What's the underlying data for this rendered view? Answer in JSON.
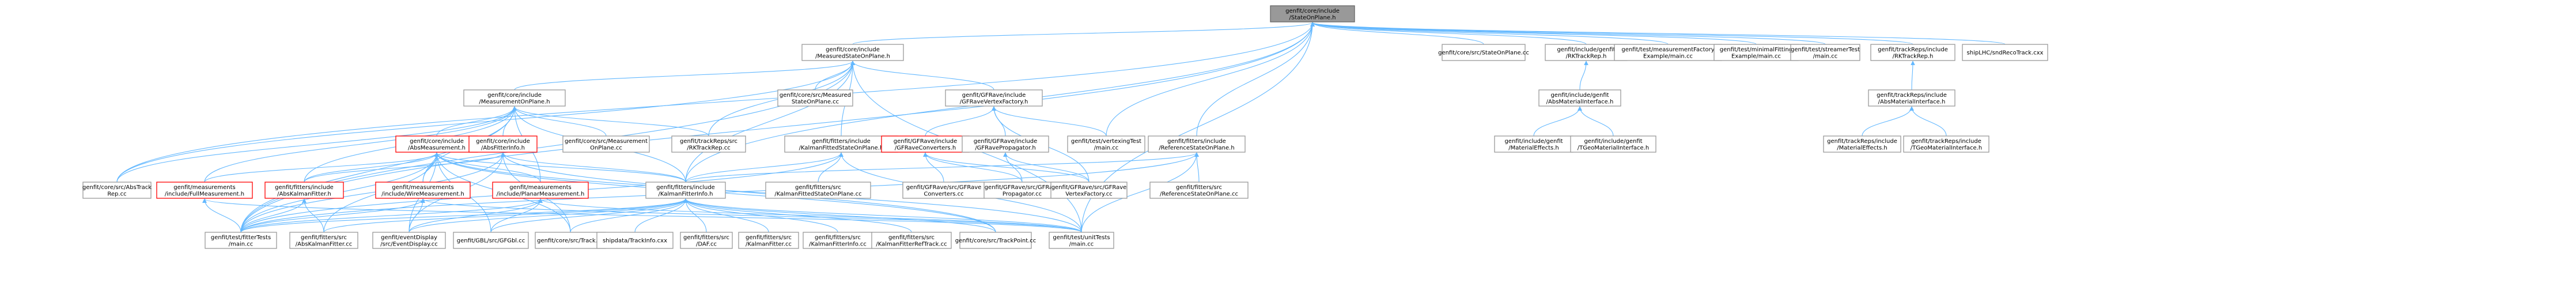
{
  "nodes": [
    {
      "id": "n0",
      "lines": [
        "genfit/core/include",
        "/StateOnPlane.h"
      ],
      "kind": "focus"
    },
    {
      "id": "n1",
      "lines": [
        "genfit/core/include",
        "/MeasuredStateOnPlane.h"
      ]
    },
    {
      "id": "n2",
      "lines": [
        "genfit/core/src/StateOnPlane.cc"
      ]
    },
    {
      "id": "n3",
      "lines": [
        "genfit/include/genfit",
        "/RKTrackRep.h"
      ]
    },
    {
      "id": "n4",
      "lines": [
        "genfit/test/measurementFactory",
        "Example/main.cc"
      ]
    },
    {
      "id": "n5",
      "lines": [
        "genfit/test/minimalFitting",
        "Example/main.cc"
      ]
    },
    {
      "id": "n6",
      "lines": [
        "genfit/test/streamerTest",
        "/main.cc"
      ]
    },
    {
      "id": "n7",
      "lines": [
        "genfit/trackReps/include",
        "/RKTrackRep.h"
      ]
    },
    {
      "id": "n8",
      "lines": [
        "shipLHC/sndRecoTrack.cxx"
      ]
    },
    {
      "id": "n9",
      "lines": [
        "genfit/core/include",
        "/MeasurementOnPlane.h"
      ]
    },
    {
      "id": "n10",
      "lines": [
        "genfit/core/src/Measured",
        "StateOnPlane.cc"
      ]
    },
    {
      "id": "n11",
      "lines": [
        "genfit/GFRave/include",
        "/GFRaveVertexFactory.h"
      ]
    },
    {
      "id": "n12",
      "lines": [
        "genfit/include/genfit",
        "/AbsMaterialInterface.h"
      ]
    },
    {
      "id": "n13",
      "lines": [
        "genfit/trackReps/include",
        "/AbsMaterialInterface.h"
      ]
    },
    {
      "id": "n14",
      "lines": [
        "genfit/core/include",
        "/AbsMeasurement.h"
      ],
      "kind": "red"
    },
    {
      "id": "n15",
      "lines": [
        "genfit/core/include",
        "/AbsFitterInfo.h"
      ],
      "kind": "red"
    },
    {
      "id": "n16",
      "lines": [
        "genfit/core/src/Measurement",
        "OnPlane.cc"
      ]
    },
    {
      "id": "n17",
      "lines": [
        "genfit/trackReps/src",
        "/RKTrackRep.cc"
      ]
    },
    {
      "id": "n18",
      "lines": [
        "genfit/fitters/include",
        "/KalmanFittedStateOnPlane.h"
      ]
    },
    {
      "id": "n19",
      "lines": [
        "genfit/GFRave/include",
        "/GFRaveConverters.h"
      ],
      "kind": "red"
    },
    {
      "id": "n20",
      "lines": [
        "genfit/GFRave/include",
        "/GFRavePropagator.h"
      ]
    },
    {
      "id": "n21",
      "lines": [
        "genfit/test/vertexingTest",
        "/main.cc"
      ]
    },
    {
      "id": "n22",
      "lines": [
        "genfit/fitters/include",
        "/ReferenceStateOnPlane.h"
      ]
    },
    {
      "id": "n23",
      "lines": [
        "genfit/include/genfit",
        "/MaterialEffects.h"
      ]
    },
    {
      "id": "n24",
      "lines": [
        "genfit/include/genfit",
        "/TGeoMaterialInterface.h"
      ]
    },
    {
      "id": "n25",
      "lines": [
        "genfit/trackReps/include",
        "/MaterialEffects.h"
      ]
    },
    {
      "id": "n26",
      "lines": [
        "genfit/trackReps/include",
        "/TGeoMaterialInterface.h"
      ]
    },
    {
      "id": "n27",
      "lines": [
        "genfit/core/src/AbsTrack",
        "Rep.cc"
      ]
    },
    {
      "id": "n28",
      "lines": [
        "genfit/measurements",
        "/include/FullMeasurement.h"
      ],
      "kind": "red"
    },
    {
      "id": "n29",
      "lines": [
        "genfit/fitters/include",
        "/AbsKalmanFitter.h"
      ],
      "kind": "red"
    },
    {
      "id": "n30",
      "lines": [
        "genfit/measurements",
        "/include/WireMeasurement.h"
      ],
      "kind": "red"
    },
    {
      "id": "n31",
      "lines": [
        "genfit/measurements",
        "/include/PlanarMeasurement.h"
      ],
      "kind": "red"
    },
    {
      "id": "n32",
      "lines": [
        "genfit/fitters/include",
        "/KalmanFitterInfo.h"
      ]
    },
    {
      "id": "n33",
      "lines": [
        "genfit/fitters/src",
        "/KalmanFittedStateOnPlane.cc"
      ]
    },
    {
      "id": "n34",
      "lines": [
        "genfit/GFRave/src/GFRave",
        "Converters.cc"
      ]
    },
    {
      "id": "n35",
      "lines": [
        "genfit/GFRave/src/GFRave",
        "Propagator.cc"
      ]
    },
    {
      "id": "n36",
      "lines": [
        "genfit/GFRave/src/GFRave",
        "VertexFactory.cc"
      ]
    },
    {
      "id": "n37",
      "lines": [
        "genfit/fitters/src",
        "/ReferenceStateOnPlane.cc"
      ]
    },
    {
      "id": "n38",
      "lines": [
        "genfit/test/fitterTests",
        "/main.cc"
      ]
    },
    {
      "id": "n39",
      "lines": [
        "genfit/fitters/src",
        "/AbsKalmanFitter.cc"
      ]
    },
    {
      "id": "n40",
      "lines": [
        "genfit/eventDisplay",
        "/src/EventDisplay.cc"
      ]
    },
    {
      "id": "n41",
      "lines": [
        "genfit/GBL/src/GFGbl.cc"
      ]
    },
    {
      "id": "n42",
      "lines": [
        "genfit/core/src/Track.cc"
      ]
    },
    {
      "id": "n43",
      "lines": [
        "shipdata/TrackInfo.cxx"
      ]
    },
    {
      "id": "n44",
      "lines": [
        "genfit/fitters/src",
        "/DAF.cc"
      ]
    },
    {
      "id": "n45",
      "lines": [
        "genfit/fitters/src",
        "/KalmanFitter.cc"
      ]
    },
    {
      "id": "n46",
      "lines": [
        "genfit/fitters/src",
        "/KalmanFitterInfo.cc"
      ]
    },
    {
      "id": "n47",
      "lines": [
        "genfit/fitters/src",
        "/KalmanFitterRefTrack.cc"
      ]
    },
    {
      "id": "n48",
      "lines": [
        "genfit/core/src/TrackPoint.cc"
      ]
    },
    {
      "id": "n49",
      "lines": [
        "genfit/test/unitTests",
        "/main.cc"
      ]
    }
  ],
  "edges": [
    [
      "n1",
      "n0"
    ],
    [
      "n2",
      "n0"
    ],
    [
      "n3",
      "n0"
    ],
    [
      "n4",
      "n0"
    ],
    [
      "n5",
      "n0"
    ],
    [
      "n6",
      "n0"
    ],
    [
      "n7",
      "n0"
    ],
    [
      "n8",
      "n0"
    ],
    [
      "n27",
      "n0"
    ],
    [
      "n32",
      "n0"
    ],
    [
      "n22",
      "n0"
    ],
    [
      "n21",
      "n0"
    ],
    [
      "n38",
      "n0"
    ],
    [
      "n49",
      "n0"
    ],
    [
      "n9",
      "n1"
    ],
    [
      "n10",
      "n1"
    ],
    [
      "n11",
      "n1"
    ],
    [
      "n18",
      "n1"
    ],
    [
      "n32",
      "n1"
    ],
    [
      "n27",
      "n1"
    ],
    [
      "n38",
      "n1"
    ],
    [
      "n17",
      "n1"
    ],
    [
      "n49",
      "n1"
    ],
    [
      "n12",
      "n3"
    ],
    [
      "n23",
      "n12"
    ],
    [
      "n24",
      "n12"
    ],
    [
      "n13",
      "n7"
    ],
    [
      "n25",
      "n13"
    ],
    [
      "n26",
      "n13"
    ],
    [
      "n14",
      "n9"
    ],
    [
      "n15",
      "n9"
    ],
    [
      "n16",
      "n9"
    ],
    [
      "n17",
      "n9"
    ],
    [
      "n28",
      "n9"
    ],
    [
      "n29",
      "n9"
    ],
    [
      "n30",
      "n9"
    ],
    [
      "n31",
      "n9"
    ],
    [
      "n32",
      "n9"
    ],
    [
      "n38",
      "n9"
    ],
    [
      "n27",
      "n9"
    ],
    [
      "n19",
      "n11"
    ],
    [
      "n20",
      "n11"
    ],
    [
      "n21",
      "n11"
    ],
    [
      "n36",
      "n11"
    ],
    [
      "n28",
      "n14"
    ],
    [
      "n29",
      "n14"
    ],
    [
      "n30",
      "n14"
    ],
    [
      "n31",
      "n14"
    ],
    [
      "n32",
      "n14"
    ],
    [
      "n38",
      "n14"
    ],
    [
      "n39",
      "n14"
    ],
    [
      "n40",
      "n14"
    ],
    [
      "n41",
      "n14"
    ],
    [
      "n42",
      "n14"
    ],
    [
      "n48",
      "n14"
    ],
    [
      "n49",
      "n14"
    ],
    [
      "n29",
      "n15"
    ],
    [
      "n32",
      "n15"
    ],
    [
      "n38",
      "n15"
    ],
    [
      "n40",
      "n15"
    ],
    [
      "n42",
      "n15"
    ],
    [
      "n48",
      "n15"
    ],
    [
      "n32",
      "n18"
    ],
    [
      "n33",
      "n18"
    ],
    [
      "n38",
      "n18"
    ],
    [
      "n49",
      "n18"
    ],
    [
      "n34",
      "n19"
    ],
    [
      "n35",
      "n19"
    ],
    [
      "n36",
      "n19"
    ],
    [
      "n35",
      "n20"
    ],
    [
      "n36",
      "n20"
    ],
    [
      "n32",
      "n22"
    ],
    [
      "n37",
      "n22"
    ],
    [
      "n49",
      "n22"
    ],
    [
      "n38",
      "n22"
    ],
    [
      "n38",
      "n28"
    ],
    [
      "n49",
      "n28"
    ],
    [
      "n38",
      "n29"
    ],
    [
      "n39",
      "n29"
    ],
    [
      "n38",
      "n30"
    ],
    [
      "n40",
      "n30"
    ],
    [
      "n49",
      "n30"
    ],
    [
      "n38",
      "n31"
    ],
    [
      "n40",
      "n31"
    ],
    [
      "n41",
      "n31"
    ],
    [
      "n49",
      "n31"
    ],
    [
      "n38",
      "n32"
    ],
    [
      "n39",
      "n32"
    ],
    [
      "n40",
      "n32"
    ],
    [
      "n41",
      "n32"
    ],
    [
      "n42",
      "n32"
    ],
    [
      "n43",
      "n32"
    ],
    [
      "n44",
      "n32"
    ],
    [
      "n45",
      "n32"
    ],
    [
      "n46",
      "n32"
    ],
    [
      "n47",
      "n32"
    ],
    [
      "n48",
      "n32"
    ],
    [
      "n49",
      "n32"
    ]
  ]
}
